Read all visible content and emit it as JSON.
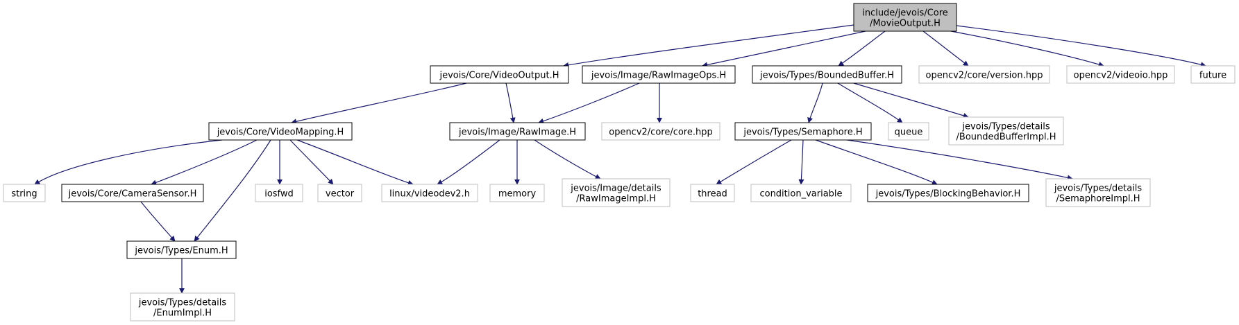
{
  "diagram": {
    "colors": {
      "root_fill": "#bfbfbf",
      "documented_border": "#000000",
      "external_border": "#bfbfbf",
      "edge": "#191970",
      "text": "#000000"
    },
    "nodes": [
      {
        "id": "movieoutput",
        "lines": [
          "include/jevois/Core",
          "/MovieOutput.H"
        ],
        "kind": "root"
      },
      {
        "id": "videooutput",
        "lines": [
          "jevois/Core/VideoOutput.H"
        ],
        "kind": "documented"
      },
      {
        "id": "rawimageops",
        "lines": [
          "jevois/Image/RawImageOps.H"
        ],
        "kind": "documented"
      },
      {
        "id": "boundedbuffer",
        "lines": [
          "jevois/Types/BoundedBuffer.H"
        ],
        "kind": "documented"
      },
      {
        "id": "cv_version",
        "lines": [
          "opencv2/core/version.hpp"
        ],
        "kind": "external"
      },
      {
        "id": "cv_videoio",
        "lines": [
          "opencv2/videoio.hpp"
        ],
        "kind": "external"
      },
      {
        "id": "future",
        "lines": [
          "future"
        ],
        "kind": "external"
      },
      {
        "id": "videomapping",
        "lines": [
          "jevois/Core/VideoMapping.H"
        ],
        "kind": "documented"
      },
      {
        "id": "rawimage",
        "lines": [
          "jevois/Image/RawImage.H"
        ],
        "kind": "documented"
      },
      {
        "id": "cv_core",
        "lines": [
          "opencv2/core/core.hpp"
        ],
        "kind": "external"
      },
      {
        "id": "semaphore",
        "lines": [
          "jevois/Types/Semaphore.H"
        ],
        "kind": "documented"
      },
      {
        "id": "queue",
        "lines": [
          "queue"
        ],
        "kind": "external"
      },
      {
        "id": "boundedbufferimpl",
        "lines": [
          "jevois/Types/details",
          "/BoundedBufferImpl.H"
        ],
        "kind": "external"
      },
      {
        "id": "string",
        "lines": [
          "string"
        ],
        "kind": "external"
      },
      {
        "id": "camerasensor",
        "lines": [
          "jevois/Core/CameraSensor.H"
        ],
        "kind": "documented"
      },
      {
        "id": "iosfwd",
        "lines": [
          "iosfwd"
        ],
        "kind": "external"
      },
      {
        "id": "vector",
        "lines": [
          "vector"
        ],
        "kind": "external"
      },
      {
        "id": "videodev2",
        "lines": [
          "linux/videodev2.h"
        ],
        "kind": "external"
      },
      {
        "id": "memory",
        "lines": [
          "memory"
        ],
        "kind": "external"
      },
      {
        "id": "rawimageimpl",
        "lines": [
          "jevois/Image/details",
          "/RawImageImpl.H"
        ],
        "kind": "external"
      },
      {
        "id": "thread",
        "lines": [
          "thread"
        ],
        "kind": "external"
      },
      {
        "id": "condvar",
        "lines": [
          "condition_variable"
        ],
        "kind": "external"
      },
      {
        "id": "blockingbehavior",
        "lines": [
          "jevois/Types/BlockingBehavior.H"
        ],
        "kind": "documented"
      },
      {
        "id": "semaphoreimpl",
        "lines": [
          "jevois/Types/details",
          "/SemaphoreImpl.H"
        ],
        "kind": "external"
      },
      {
        "id": "enum",
        "lines": [
          "jevois/Types/Enum.H"
        ],
        "kind": "documented"
      },
      {
        "id": "enumimpl",
        "lines": [
          "jevois/Types/details",
          "/EnumImpl.H"
        ],
        "kind": "external"
      }
    ],
    "edges": [
      [
        "movieoutput",
        "videooutput"
      ],
      [
        "movieoutput",
        "rawimageops"
      ],
      [
        "movieoutput",
        "boundedbuffer"
      ],
      [
        "movieoutput",
        "cv_version"
      ],
      [
        "movieoutput",
        "cv_videoio"
      ],
      [
        "movieoutput",
        "future"
      ],
      [
        "videooutput",
        "videomapping"
      ],
      [
        "videooutput",
        "rawimage"
      ],
      [
        "rawimageops",
        "rawimage"
      ],
      [
        "rawimageops",
        "cv_core"
      ],
      [
        "boundedbuffer",
        "semaphore"
      ],
      [
        "boundedbuffer",
        "queue"
      ],
      [
        "boundedbuffer",
        "boundedbufferimpl"
      ],
      [
        "videomapping",
        "string"
      ],
      [
        "videomapping",
        "camerasensor"
      ],
      [
        "videomapping",
        "enum"
      ],
      [
        "videomapping",
        "iosfwd"
      ],
      [
        "videomapping",
        "vector"
      ],
      [
        "videomapping",
        "videodev2"
      ],
      [
        "rawimage",
        "videodev2"
      ],
      [
        "rawimage",
        "memory"
      ],
      [
        "rawimage",
        "rawimageimpl"
      ],
      [
        "semaphore",
        "thread"
      ],
      [
        "semaphore",
        "condvar"
      ],
      [
        "semaphore",
        "blockingbehavior"
      ],
      [
        "semaphore",
        "semaphoreimpl"
      ],
      [
        "camerasensor",
        "enum"
      ],
      [
        "enum",
        "enumimpl"
      ]
    ]
  }
}
